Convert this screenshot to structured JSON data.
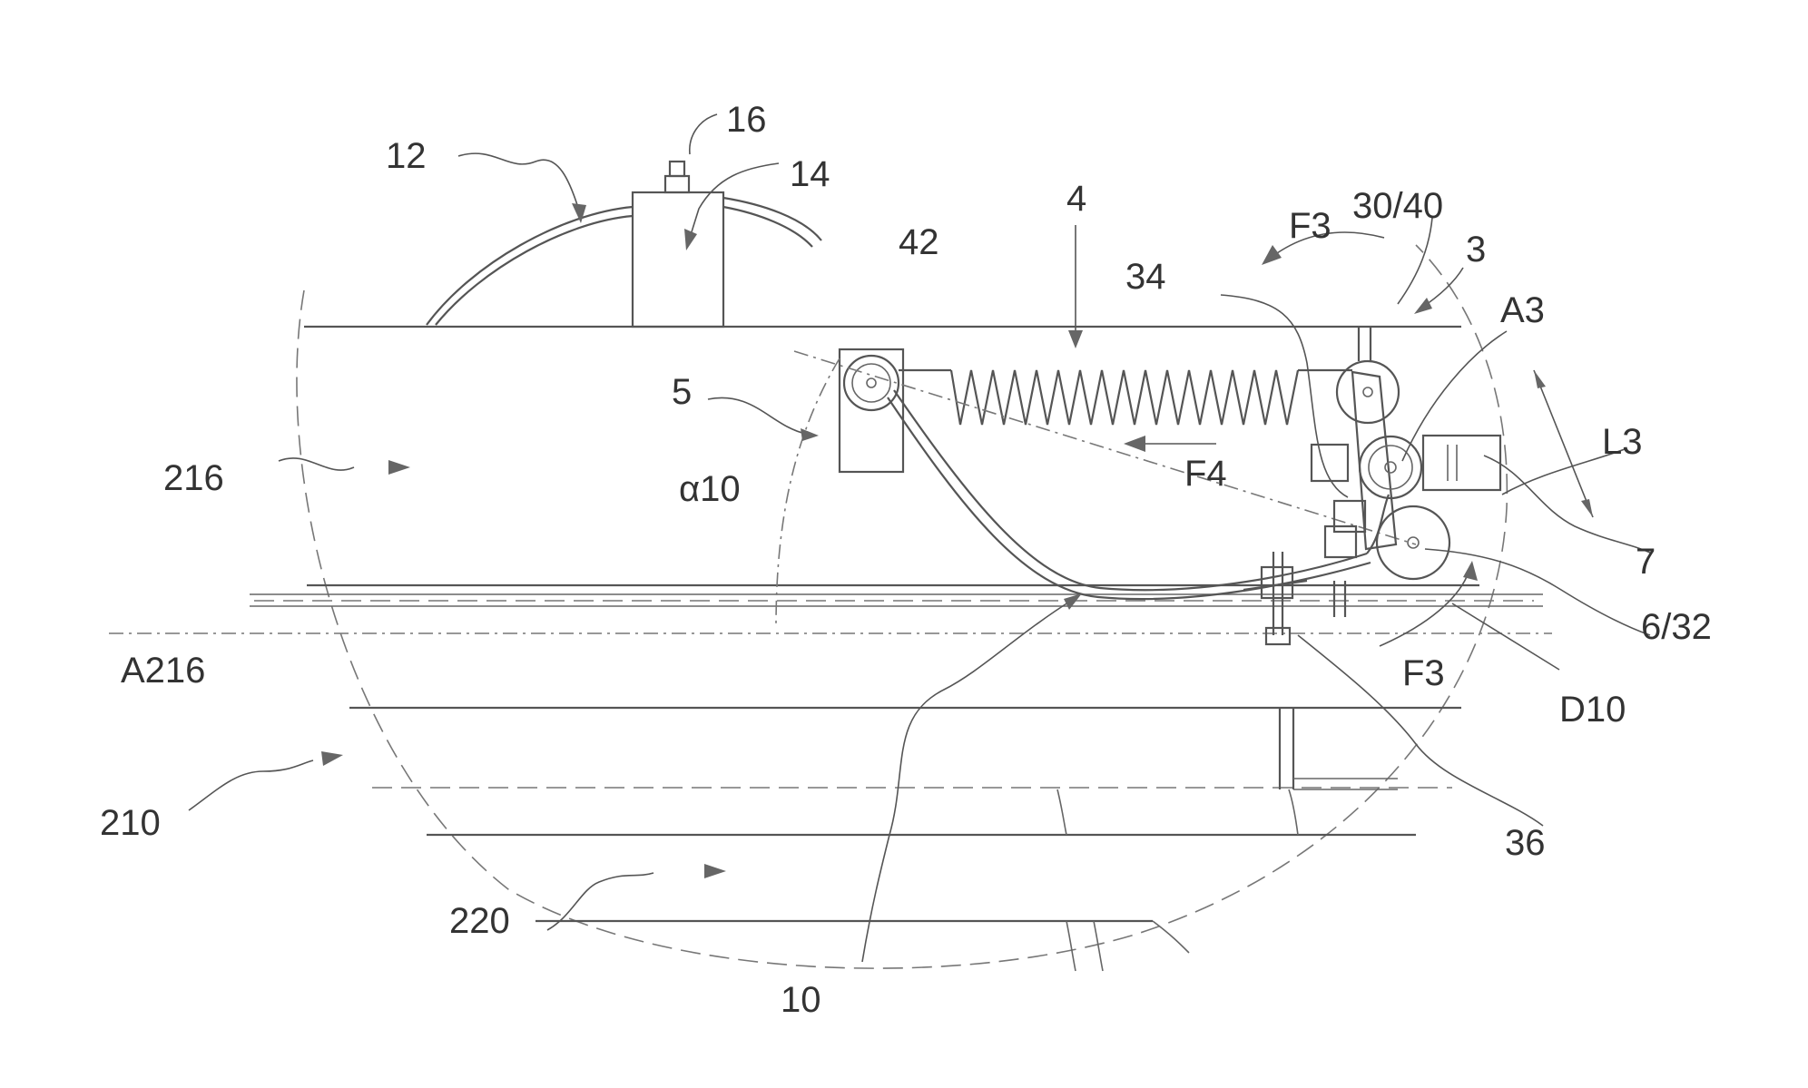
{
  "figure": {
    "labels": {
      "l16": "16",
      "l12": "12",
      "l14": "14",
      "l4": "4",
      "l42": "42",
      "lF3a": "F3",
      "l3040": "30/40",
      "l3": "3",
      "l34": "34",
      "lA3": "A3",
      "l5": "5",
      "l216": "216",
      "lalpha10": "α10",
      "lF4": "F4",
      "lL3": "L3",
      "l7": "7",
      "l632": "6/32",
      "lA216": "A216",
      "lF3b": "F3",
      "lD10": "D10",
      "l210": "210",
      "l36": "36",
      "l220": "220",
      "l10": "10"
    }
  }
}
